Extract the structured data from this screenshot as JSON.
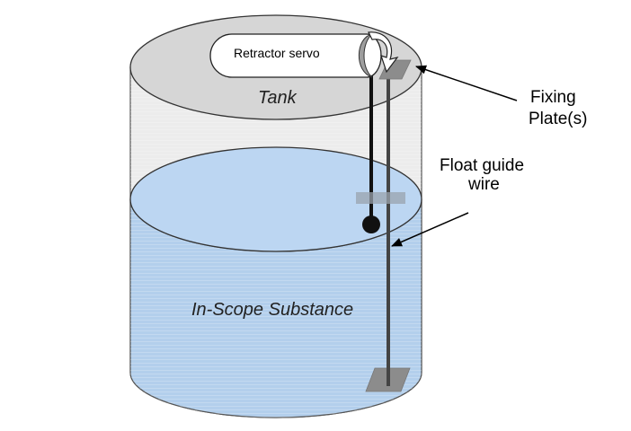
{
  "labels": {
    "retractor_servo": "Retractor servo",
    "tank": "Tank",
    "fixing_plates_line1": "Fixing",
    "fixing_plates_line2": "Plate(s)",
    "float_guide_line1": "Float guide",
    "float_guide_line2": "wire",
    "substance": "In-Scope Substance"
  },
  "colors": {
    "tank_top": "#d6d6d6",
    "tank_wall": "#ececec",
    "liquid": "#b3cfec",
    "liquid_surface": "#bcd6f2",
    "plate": "#8c8c8c",
    "float_tape": "#111111"
  }
}
